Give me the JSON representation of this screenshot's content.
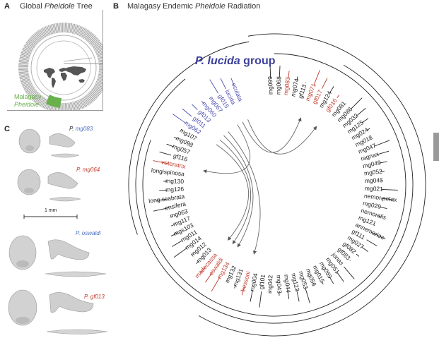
{
  "panelA": {
    "letter": "A",
    "title_pre": "Global ",
    "title_italic": "Pheidole",
    "title_post": " Tree",
    "highlight_label_line1": "Malagasy",
    "highlight_label_line2": "Pheidole",
    "highlight_color": "#6ab04c",
    "tree_color": "#a0a0a0",
    "map_color": "#555555"
  },
  "panelB": {
    "letter": "B",
    "title_pre": "Malagasy Endemic ",
    "title_italic": "Pheidole",
    "title_post": " Radiation",
    "group_label_italic": "P. lucida",
    "group_label_post": " group",
    "colors": {
      "default": "#222222",
      "red": "#c0392b",
      "blue": "#4a4fb0"
    },
    "tips": [
      {
        "name": "mg099",
        "color": "default"
      },
      {
        "name": "mg068",
        "color": "default"
      },
      {
        "name": "mg083",
        "color": "red"
      },
      {
        "name": "mg074",
        "color": "default"
      },
      {
        "name": "gf113",
        "color": "default"
      },
      {
        "name": "mg071",
        "color": "red"
      },
      {
        "name": "gf017",
        "color": "red"
      },
      {
        "name": "mg124",
        "color": "default"
      },
      {
        "name": "gf016",
        "color": "red"
      },
      {
        "name": "mg081",
        "color": "default"
      },
      {
        "name": "mg086",
        "color": "default"
      },
      {
        "name": "mg032",
        "color": "default"
      },
      {
        "name": "mg125",
        "color": "default"
      },
      {
        "name": "mg024",
        "color": "default"
      },
      {
        "name": "mg018",
        "color": "default"
      },
      {
        "name": "mg047",
        "color": "default"
      },
      {
        "name": "ragnax",
        "color": "default"
      },
      {
        "name": "mg049",
        "color": "default"
      },
      {
        "name": "mg052",
        "color": "default"
      },
      {
        "name": "mg045",
        "color": "default"
      },
      {
        "name": "mg021",
        "color": "default"
      },
      {
        "name": "nemor.petax",
        "color": "default"
      },
      {
        "name": "mg029",
        "color": "default"
      },
      {
        "name": "nemoralis",
        "color": "default"
      },
      {
        "name": "mg121",
        "color": "default"
      },
      {
        "name": "annemariae",
        "color": "default"
      },
      {
        "name": "gf111",
        "color": "default"
      },
      {
        "name": "mg027",
        "color": "default"
      },
      {
        "name": "gf082",
        "color": "default"
      },
      {
        "name": "gf083",
        "color": "default"
      },
      {
        "name": "jonas",
        "color": "default"
      },
      {
        "name": "mg051",
        "color": "default"
      },
      {
        "name": "mg059",
        "color": "default"
      },
      {
        "name": "mg015",
        "color": "default"
      },
      {
        "name": "mg056",
        "color": "default"
      },
      {
        "name": "mg053",
        "color": "default"
      },
      {
        "name": "mg122",
        "color": "default"
      },
      {
        "name": "mg044",
        "color": "default"
      },
      {
        "name": "mg043",
        "color": "default"
      },
      {
        "name": "mg042",
        "color": "default"
      },
      {
        "name": "gf101",
        "color": "default"
      },
      {
        "name": "mg004",
        "color": "default"
      },
      {
        "name": "bessoni",
        "color": "red"
      },
      {
        "name": "mg131",
        "color": "default"
      },
      {
        "name": "mg132",
        "color": "default"
      },
      {
        "name": "mg134",
        "color": "red"
      },
      {
        "name": "oswaldi",
        "color": "red"
      },
      {
        "name": "madecassa",
        "color": "red"
      },
      {
        "name": "mg013",
        "color": "default"
      },
      {
        "name": "mg012",
        "color": "default"
      },
      {
        "name": "mg014",
        "color": "default"
      },
      {
        "name": "mg011",
        "color": "default"
      },
      {
        "name": "mgs103",
        "color": "default"
      },
      {
        "name": "mg117",
        "color": "default"
      },
      {
        "name": "mg063",
        "color": "default"
      },
      {
        "name": "ensifera",
        "color": "default"
      },
      {
        "name": "long.scabrata",
        "color": "default"
      },
      {
        "name": "mg126",
        "color": "default"
      },
      {
        "name": "mg130",
        "color": "default"
      },
      {
        "name": "longispinosa",
        "color": "default"
      },
      {
        "name": "veteratrix",
        "color": "red"
      },
      {
        "name": "gf116",
        "color": "default"
      },
      {
        "name": "mg057",
        "color": "default"
      },
      {
        "name": "mg098",
        "color": "default"
      },
      {
        "name": "mg107",
        "color": "default"
      },
      {
        "name": "mg062",
        "color": "blue"
      },
      {
        "name": "gf011",
        "color": "blue"
      },
      {
        "name": "gf013",
        "color": "blue"
      },
      {
        "name": "mg060",
        "color": "blue"
      },
      {
        "name": "mg067",
        "color": "blue"
      },
      {
        "name": "gf015",
        "color": "blue"
      },
      {
        "name": "lucida",
        "color": "blue"
      },
      {
        "name": "oculata",
        "color": "blue"
      }
    ],
    "arrows": [
      {
        "from": "lucida",
        "to": "mg071"
      },
      {
        "from": "oculata",
        "to": "gf016"
      },
      {
        "from": "gf015",
        "to": "veteratrix"
      },
      {
        "from": "mg062",
        "to": "madecassa"
      },
      {
        "from": "gf011",
        "to": "oswaldi"
      },
      {
        "from": "gf013",
        "to": "mg134"
      },
      {
        "from": "mg060",
        "to": "bessoni"
      }
    ]
  },
  "panelC": {
    "letter": "C",
    "specimens": [
      {
        "prefix": "P.",
        "name": "mg083",
        "color": "#4a6fc0"
      },
      {
        "prefix": "P.",
        "name": "mg064",
        "color": "#c0392b"
      },
      {
        "prefix": "P.",
        "name": "oswaldi",
        "color": "#4a6fc0"
      },
      {
        "prefix": "P.",
        "name": "gf013",
        "color": "#c0392b"
      }
    ],
    "scale_label": "1 mm"
  }
}
